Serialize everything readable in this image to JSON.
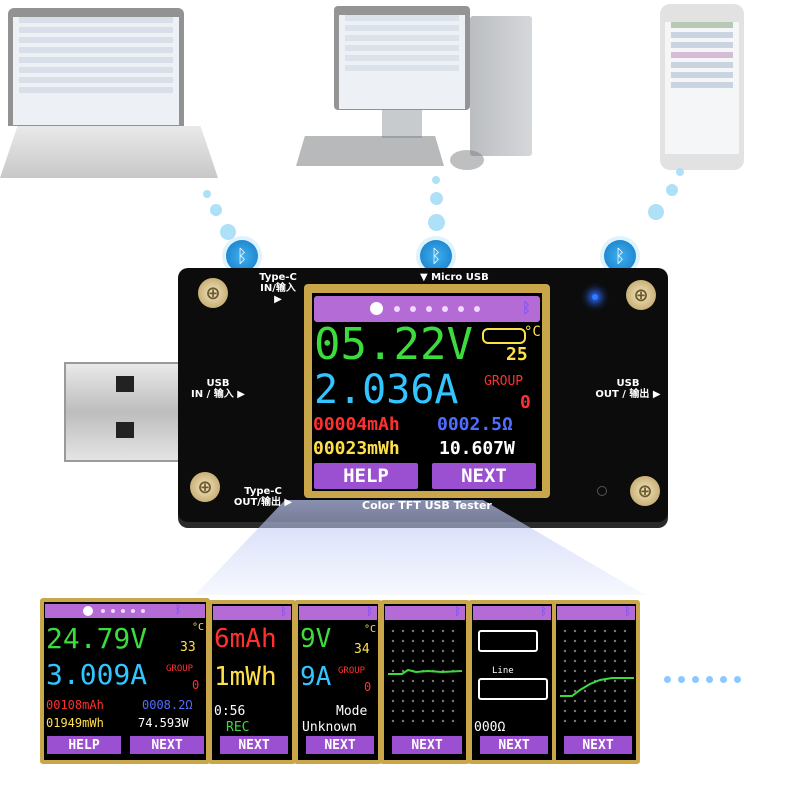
{
  "colors": {
    "lcd_green": "#3ddc3d",
    "lcd_cyan": "#33c5ff",
    "lcd_red": "#ff3030",
    "lcd_blue": "#4f6dff",
    "lcd_yellow": "#ffe04a",
    "lcd_purple": "#9b4fd1",
    "bluetooth": "#1e8fe0"
  },
  "device": {
    "label_typec_in": "Type-C",
    "label_typec_in_sub": "IN/输入 ▶",
    "label_micro_usb": "▼ Micro USB",
    "label_usb_in": "USB",
    "label_usb_in_sub": "IN / 输入 ▶",
    "label_usb_out": "USB",
    "label_usb_out_sub": "OUT / 输出 ▶",
    "label_typec_out": "Type-C",
    "label_typec_out_sub": "OUT/输出 ▶",
    "label_product": "Color TFT USB Tester"
  },
  "main_screen": {
    "voltage": "05.22V",
    "temp_unit": "°C",
    "temp_value": "25",
    "current": "2.036A",
    "group_label": "GROUP",
    "group_value": "0",
    "capacity": "00004mAh",
    "resistance": "0002.5Ω",
    "energy": "00023mWh",
    "power": "10.607W",
    "help_button": "HELP",
    "next_button": "NEXT",
    "bluetooth_icon": "bluetooth-icon"
  },
  "thumb_screen_1": {
    "voltage": "24.79V",
    "temp_unit": "°C",
    "temp_value": "33",
    "current": "3.009A",
    "group_label": "GROUP",
    "group_value": "0",
    "capacity": "00108mAh",
    "resistance": "0008.2Ω",
    "energy": "01949mWh",
    "power": "74.593W",
    "help_button": "HELP",
    "next_button": "NEXT"
  },
  "thumb_screen_2": {
    "line1": "6mAh",
    "line2": "1mWh",
    "line3": "0:56",
    "line4": "REC",
    "next_button": "NEXT"
  },
  "thumb_screen_3": {
    "line1": "9V",
    "temp_unit": "°C",
    "temp_value": "34",
    "line2": "9A",
    "group_label": "GROUP",
    "group_value": "0",
    "line3": "Mode",
    "line4": "Unknown",
    "next_button": "NEXT"
  },
  "thumb_screen_4": {
    "next_button": "NEXT"
  },
  "thumb_screen_5": {
    "line_label": "Line",
    "value": "000Ω",
    "next_button": "NEXT"
  },
  "thumb_screen_6": {
    "next_button": "NEXT"
  }
}
